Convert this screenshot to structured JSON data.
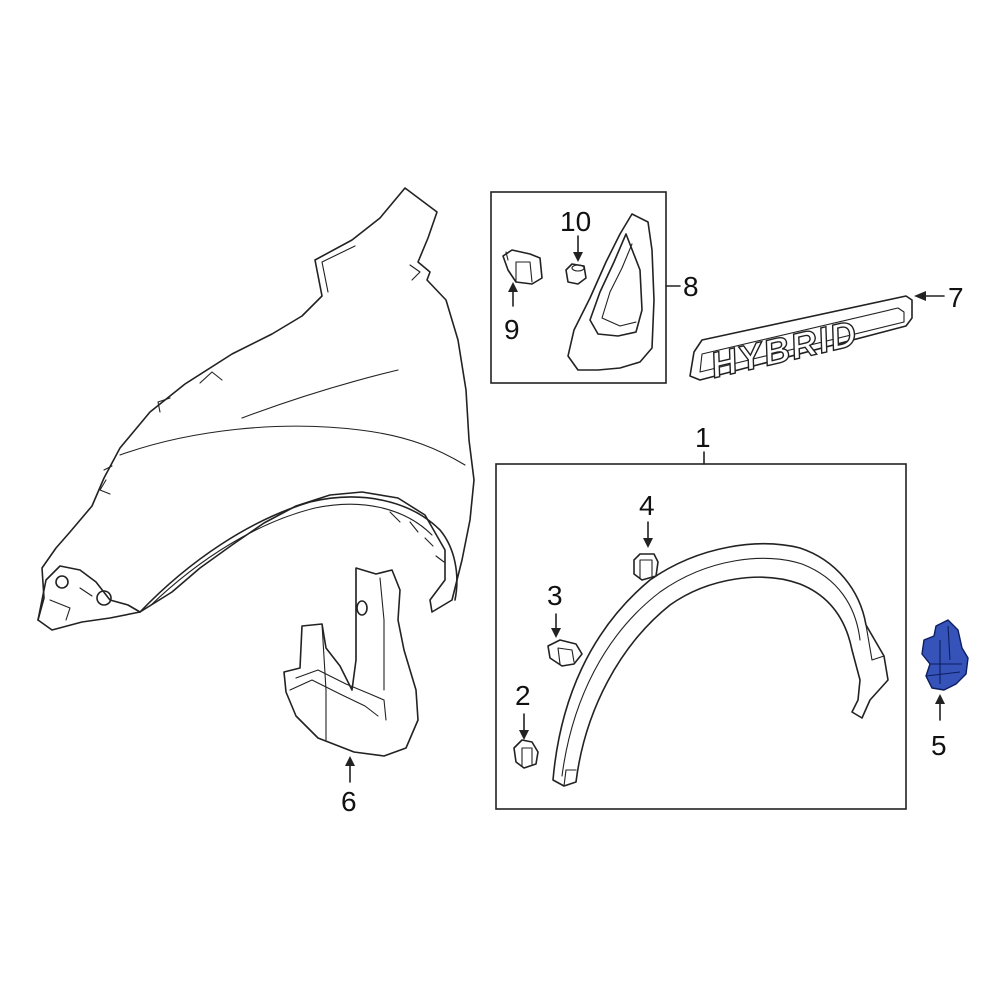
{
  "callouts": {
    "c1": "1",
    "c2": "2",
    "c3": "3",
    "c4": "4",
    "c5": "5",
    "c6": "6",
    "c7": "7",
    "c8": "8",
    "c9": "9",
    "c10": "10"
  },
  "emblem_text": "HYBRID",
  "colors": {
    "highlight": "#3553b8",
    "line": "#222222"
  }
}
